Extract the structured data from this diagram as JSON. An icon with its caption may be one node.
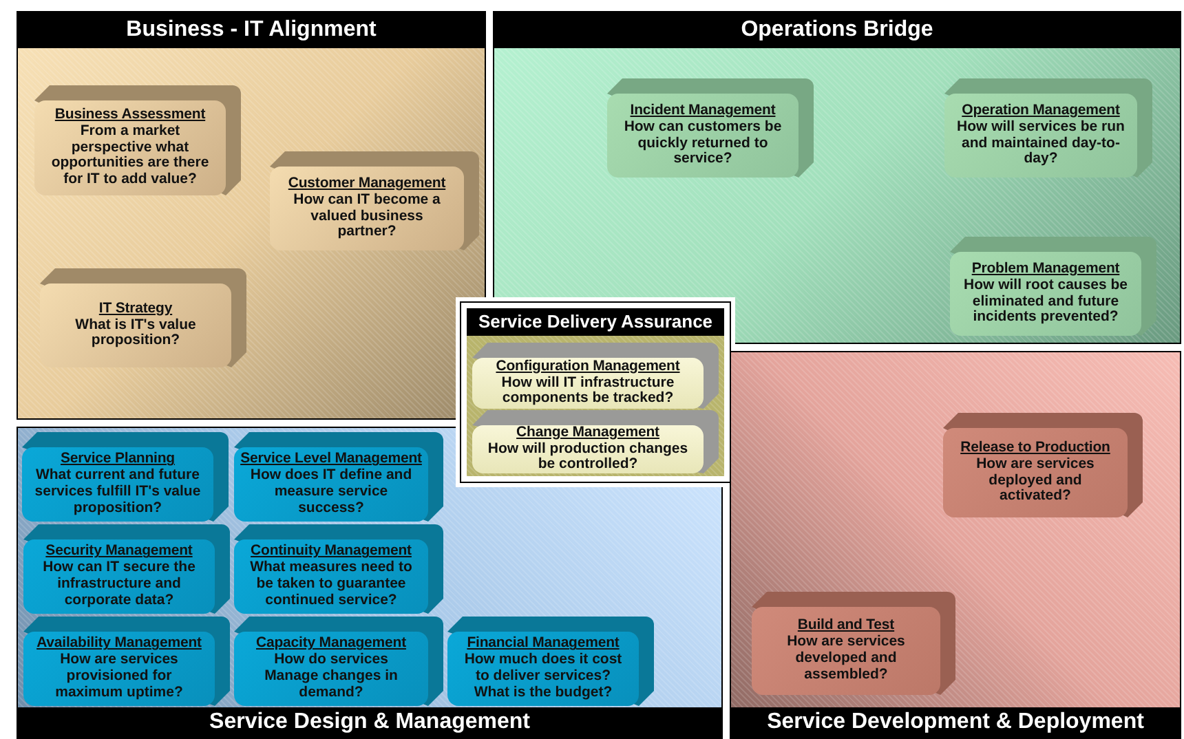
{
  "diagram": {
    "nodes": [
      {
        "text": [
          "Business - IT Alignment"
        ]
      },
      {
        "text": [
          "Business Assessment",
          "From a market perspective what opportunities are there for IT to add value?"
        ],
        "in": 0
      },
      {
        "text": [
          "Customer Management",
          "How can IT become a valued business partner?"
        ],
        "in": 0
      },
      {
        "text": [
          "IT Strategy",
          "What is IT's value proposition?"
        ],
        "in": 0
      },
      {
        "text": [
          "Operations Bridge"
        ]
      },
      {
        "text": [
          "Incident Management",
          "How can customers be quickly returned to service?"
        ],
        "in": 4
      },
      {
        "text": [
          "Operation Management",
          "How will services be run and maintained day-to-day?"
        ],
        "in": 4
      },
      {
        "text": [
          "Problem Management",
          "How will root causes be eliminated and future incidents prevented?"
        ],
        "in": 4
      },
      {
        "text": [
          "Service Delivery Assurance"
        ]
      },
      {
        "text": [
          "Configuration Management",
          "How will IT infrastructure components be tracked?"
        ],
        "in": 8
      },
      {
        "text": [
          "Change Management",
          "How will production changes be controlled?"
        ],
        "in": 8
      },
      {
        "text": [
          "Service Design & Management"
        ]
      },
      {
        "text": [
          "Service Planning",
          "What current and future services fulfill IT's value proposition?"
        ],
        "in": 11
      },
      {
        "text": [
          "Service Level Management",
          "How does IT define and measure service success?"
        ],
        "in": 11
      },
      {
        "text": [
          "Security Management",
          "How can IT secure the infrastructure and corporate data?"
        ],
        "in": 11
      },
      {
        "text": [
          "Continuity Management",
          "What measures need to be taken to guarantee continued service?"
        ],
        "in": 11
      },
      {
        "text": [
          "Availability Management",
          "How are services provisioned for maximum uptime?"
        ],
        "in": 11
      },
      {
        "text": [
          "Capacity Management",
          "How do services Manage changes in demand?"
        ],
        "in": 11
      },
      {
        "text": [
          "Financial Management",
          "How much does it cost to deliver services? What is the budget?"
        ],
        "in": 11
      },
      {
        "text": [
          "Service Development & Deployment"
        ]
      },
      {
        "text": [
          "Release to Production",
          "How are services deployed and activated?"
        ],
        "in": 19
      },
      {
        "text": [
          "Build and Test",
          "How are services developed and assembled?"
        ],
        "in": 19
      }
    ]
  }
}
